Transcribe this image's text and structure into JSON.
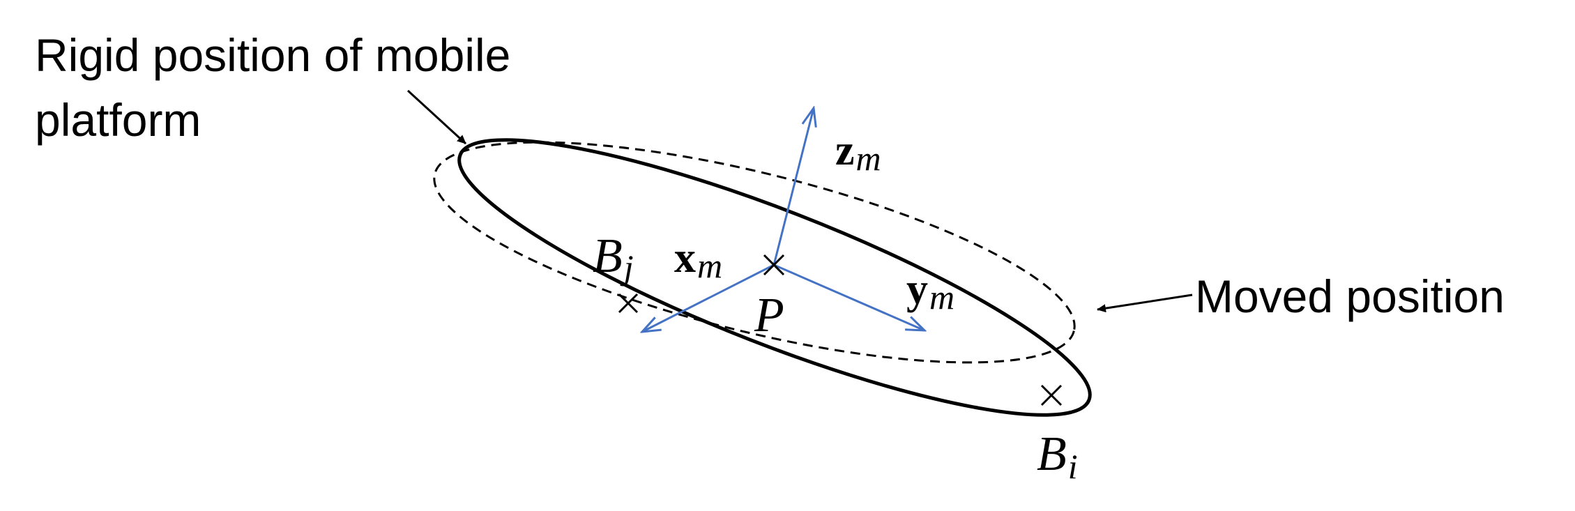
{
  "labels": {
    "rigid_line1": "Rigid position of mobile",
    "rigid_line2": "platform",
    "moved": "Moved position",
    "point_p": "P",
    "b_j_base": "B",
    "b_j_sub": "j",
    "b_i_base": "B",
    "b_i_sub": "i",
    "x_axis_base": "x",
    "y_axis_base": "y",
    "z_axis_base": "z",
    "axis_sub": "m"
  },
  "colors": {
    "axis": "#4472C4",
    "outline": "#000000"
  }
}
